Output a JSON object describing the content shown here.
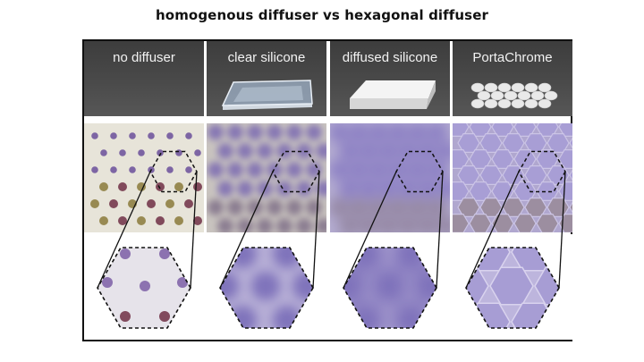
{
  "title": "homogenous diffuser vs hexagonal diffuser",
  "columns": [
    {
      "label": "no diffuser"
    },
    {
      "label": "clear silicone"
    },
    {
      "label": "diffused silicone"
    },
    {
      "label": "PortaChrome"
    }
  ],
  "colors": {
    "frame": "#111111",
    "panel_dark": "#444444",
    "label_text": "#f2f2f2",
    "dot_purple": "#6a4f9a",
    "dot_maroon": "#6e2f44",
    "dot_olive": "#8a7a3a",
    "diffuse_purple": "#8c7fc4"
  }
}
